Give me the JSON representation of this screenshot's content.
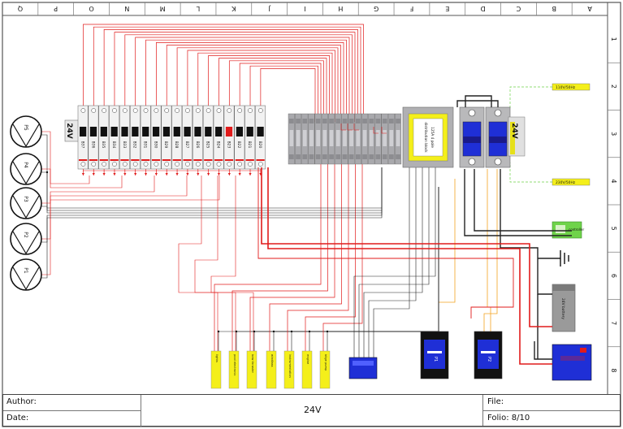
{
  "sheet": {
    "col_labels": [
      "Q",
      "P",
      "O",
      "N",
      "M",
      "L",
      "K",
      "J",
      "I",
      "H",
      "G",
      "F",
      "E",
      "D",
      "C",
      "B",
      "A"
    ],
    "row_labels": [
      "1",
      "2",
      "3",
      "4",
      "5",
      "6",
      "7",
      "8"
    ]
  },
  "title_block": {
    "author_label": "Author:",
    "date_label": "Date:",
    "title": "24V",
    "file_label": "File:",
    "folio_label": "Folio: 8/10"
  },
  "pumps": [
    "P5",
    "P4",
    "P3",
    "P2",
    "P1"
  ],
  "breaker_rail_label": "24V",
  "breakers": [
    "B37",
    "B36",
    "B35",
    "B34",
    "B33",
    "B32",
    "B31",
    "B30",
    "B29",
    "B28",
    "B27",
    "B26",
    "B25",
    "B24",
    "B23",
    "B22",
    "B21",
    "B20"
  ],
  "distribution_block": {
    "line1": "distribution block",
    "line2": "125A 4 pole"
  },
  "converter_rail_label": "24V",
  "supply_labels": {
    "top": "110V/50Hz",
    "bottom": "230V/50Hz"
  },
  "device_labels": {
    "battery": "24V battery",
    "controller": "controller"
  },
  "consumer_labels": [
    "lights",
    "pool electronic",
    "bow thruster",
    "windlass",
    "instrumentation",
    "engine",
    "bilge pump"
  ],
  "panel_labels": [
    "P1",
    "P2"
  ],
  "colors": {
    "frame": "#555555",
    "wire_red": "#e11b1b",
    "wire_black": "#222222",
    "wire_orange": "#f3a321",
    "breaker_body": "#f2f2f2",
    "terminal_gray": "#a9a9ad",
    "yellow_label": "#f4ef1a",
    "blue_module": "#1f2fd6",
    "green_supply": "#6fd34a",
    "battery_gray": "#9a9a9a"
  }
}
